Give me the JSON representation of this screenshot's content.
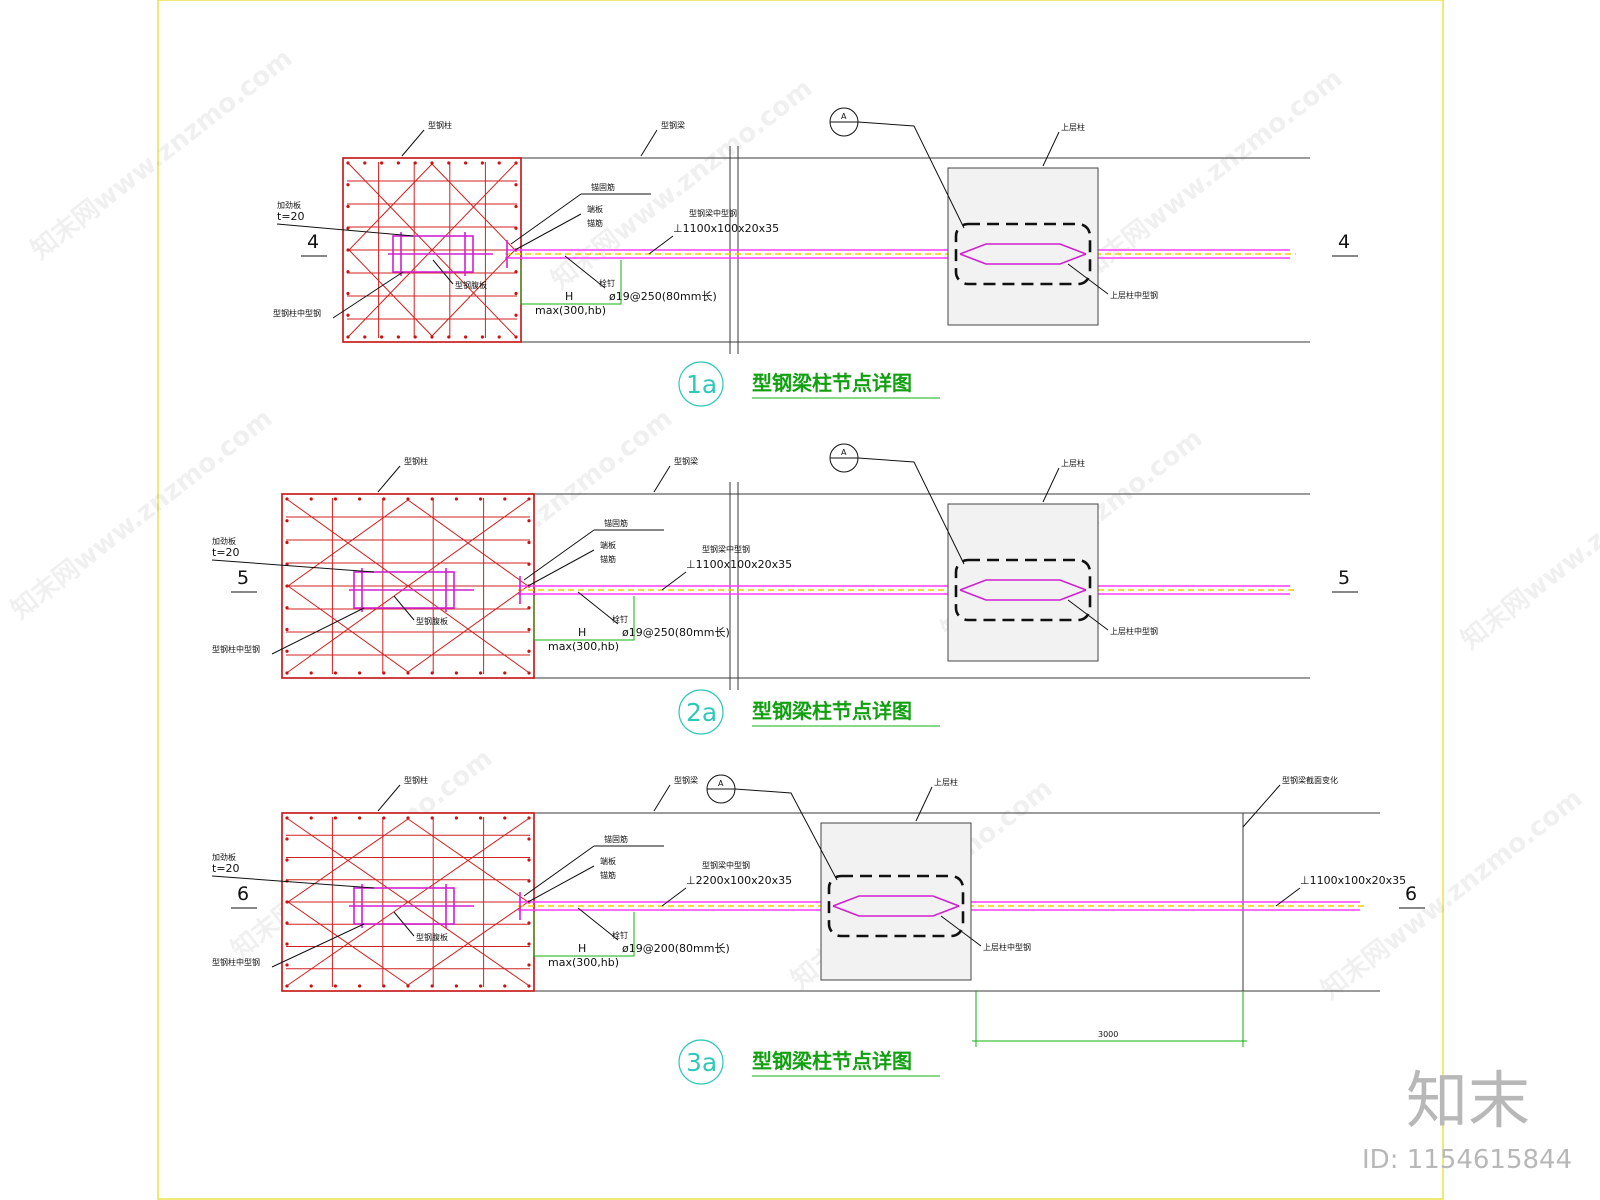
{
  "details": [
    {
      "section_mark": "4",
      "title_number": "1a",
      "title": "型钢梁柱节点详图",
      "callout_mark": "A",
      "labels": {
        "steel_column": "型钢柱",
        "stiffener": "加劲板",
        "thickness": "t=20",
        "column_steel": "型钢柱中型钢",
        "steel_web": "型钢腹板",
        "rib": "锚固筋",
        "end_plate": "端板",
        "anchor": "锚筋",
        "beam": "型钢梁",
        "beam_embed": "型钢梁中型钢",
        "upper_col": "上层柱",
        "upper_col_steel": "上层柱中型钢",
        "spec_1": "⊥1100x100x20x35",
        "stud_label": "栓钉",
        "stud": "ø19@250(80mm长)",
        "h_label": "H",
        "max_label": "max(300,hb)"
      }
    },
    {
      "section_mark": "5",
      "title_number": "2a",
      "title": "型钢梁柱节点详图",
      "callout_mark": "A",
      "labels": {
        "steel_column": "型钢柱",
        "stiffener": "加劲板",
        "thickness": "t=20",
        "column_steel": "型钢柱中型钢",
        "steel_web": "型钢腹板",
        "rib": "锚固筋",
        "end_plate": "端板",
        "anchor": "锚筋",
        "beam": "型钢梁",
        "beam_embed": "型钢梁中型钢",
        "upper_col": "上层柱",
        "upper_col_steel": "上层柱中型钢",
        "spec_1": "⊥1100x100x20x35",
        "stud_label": "栓钉",
        "stud": "ø19@250(80mm长)",
        "h_label": "H",
        "max_label": "max(300,hb)"
      }
    },
    {
      "section_mark": "6",
      "title_number": "3a",
      "title": "型钢梁柱节点详图",
      "callout_mark": "A",
      "labels": {
        "steel_column": "型钢柱",
        "stiffener": "加劲板",
        "thickness": "t=20",
        "column_steel": "型钢柱中型钢",
        "steel_web": "型钢腹板",
        "rib": "锚固筋",
        "end_plate": "端板",
        "anchor": "锚筋",
        "beam": "型钢梁",
        "beam_embed": "型钢梁中型钢",
        "upper_col": "上层柱",
        "upper_col_steel": "上层柱中型钢",
        "spec_1": "⊥2200x100x20x35",
        "spec_2": "⊥1100x100x20x35",
        "stud_label": "栓钉",
        "stud": "ø19@200(80mm长)",
        "h_label": "H",
        "max_label": "max(300,hb)",
        "beam_end": "型钢梁截面变化",
        "dim": "3000"
      }
    }
  ],
  "watermark": {
    "text": "知末网www.znzmo.com",
    "logo": "知末",
    "id": "ID: 1154615844"
  },
  "colors": {
    "column_rebar": "#c41010",
    "steel_section": "#d020d0",
    "title": "#10a010",
    "title_number": "#30c8b8",
    "dimension": "#10b010"
  }
}
